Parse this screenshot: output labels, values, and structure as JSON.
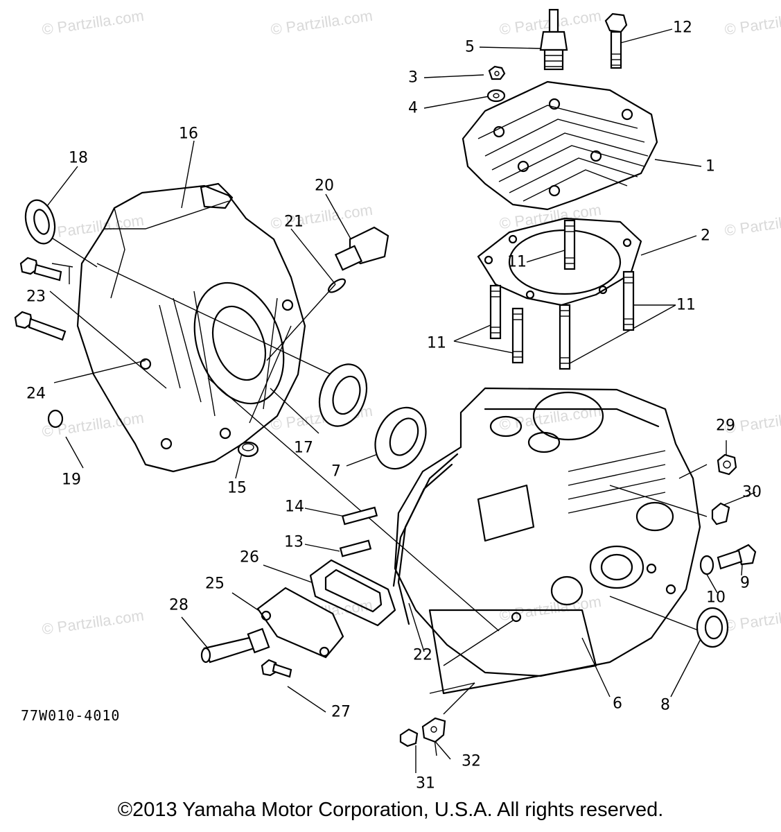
{
  "watermark_text": "© Partzilla.com",
  "diagram_code": "77W010-4010",
  "copyright": "©2013  Yamaha Motor Corporation, U.S.A. All rights reserved.",
  "callouts": {
    "c1": "1",
    "c2": "2",
    "c3": "3",
    "c4": "4",
    "c5": "5",
    "c6": "6",
    "c7": "7",
    "c8": "8",
    "c9": "9",
    "c10": "10",
    "c11a": "11",
    "c11b": "11",
    "c11c": "11",
    "c12": "12",
    "c13": "13",
    "c14": "14",
    "c15": "15",
    "c16": "16",
    "c17": "17",
    "c18": "18",
    "c19": "19",
    "c20": "20",
    "c21": "21",
    "c22": "22",
    "c23": "23",
    "c24": "24",
    "c25": "25",
    "c26": "26",
    "c27": "27",
    "c28": "28",
    "c29": "29",
    "c30": "30",
    "c31": "31",
    "c32": "32"
  }
}
